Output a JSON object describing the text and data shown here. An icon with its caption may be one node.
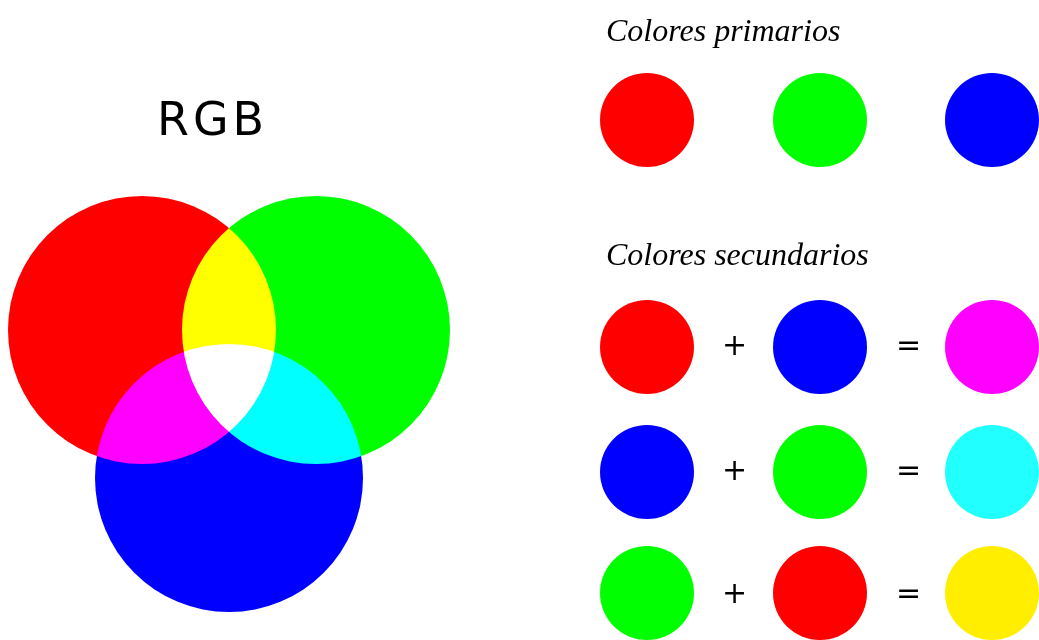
{
  "diagram": {
    "title": "RGB",
    "nodes": [
      {
        "text": [],
        "shape": "circle"
      },
      {
        "text": [],
        "shape": "circle"
      },
      {
        "text": [],
        "shape": "circle"
      },
      {
        "text": [],
        "shape": "circle"
      },
      {
        "text": [],
        "shape": "circle"
      },
      {
        "text": [],
        "shape": "circle"
      },
      {
        "text": [],
        "shape": "circle"
      },
      {
        "text": [],
        "shape": "circle"
      },
      {
        "text": [],
        "shape": "circle"
      },
      {
        "text": [],
        "shape": "circle"
      },
      {
        "text": [],
        "shape": "circle"
      },
      {
        "text": [],
        "shape": "circle"
      }
    ],
    "labels": [
      "Colores primarios",
      "Colores secundarios",
      "+",
      "=",
      "+",
      "=",
      "+",
      "="
    ]
  }
}
